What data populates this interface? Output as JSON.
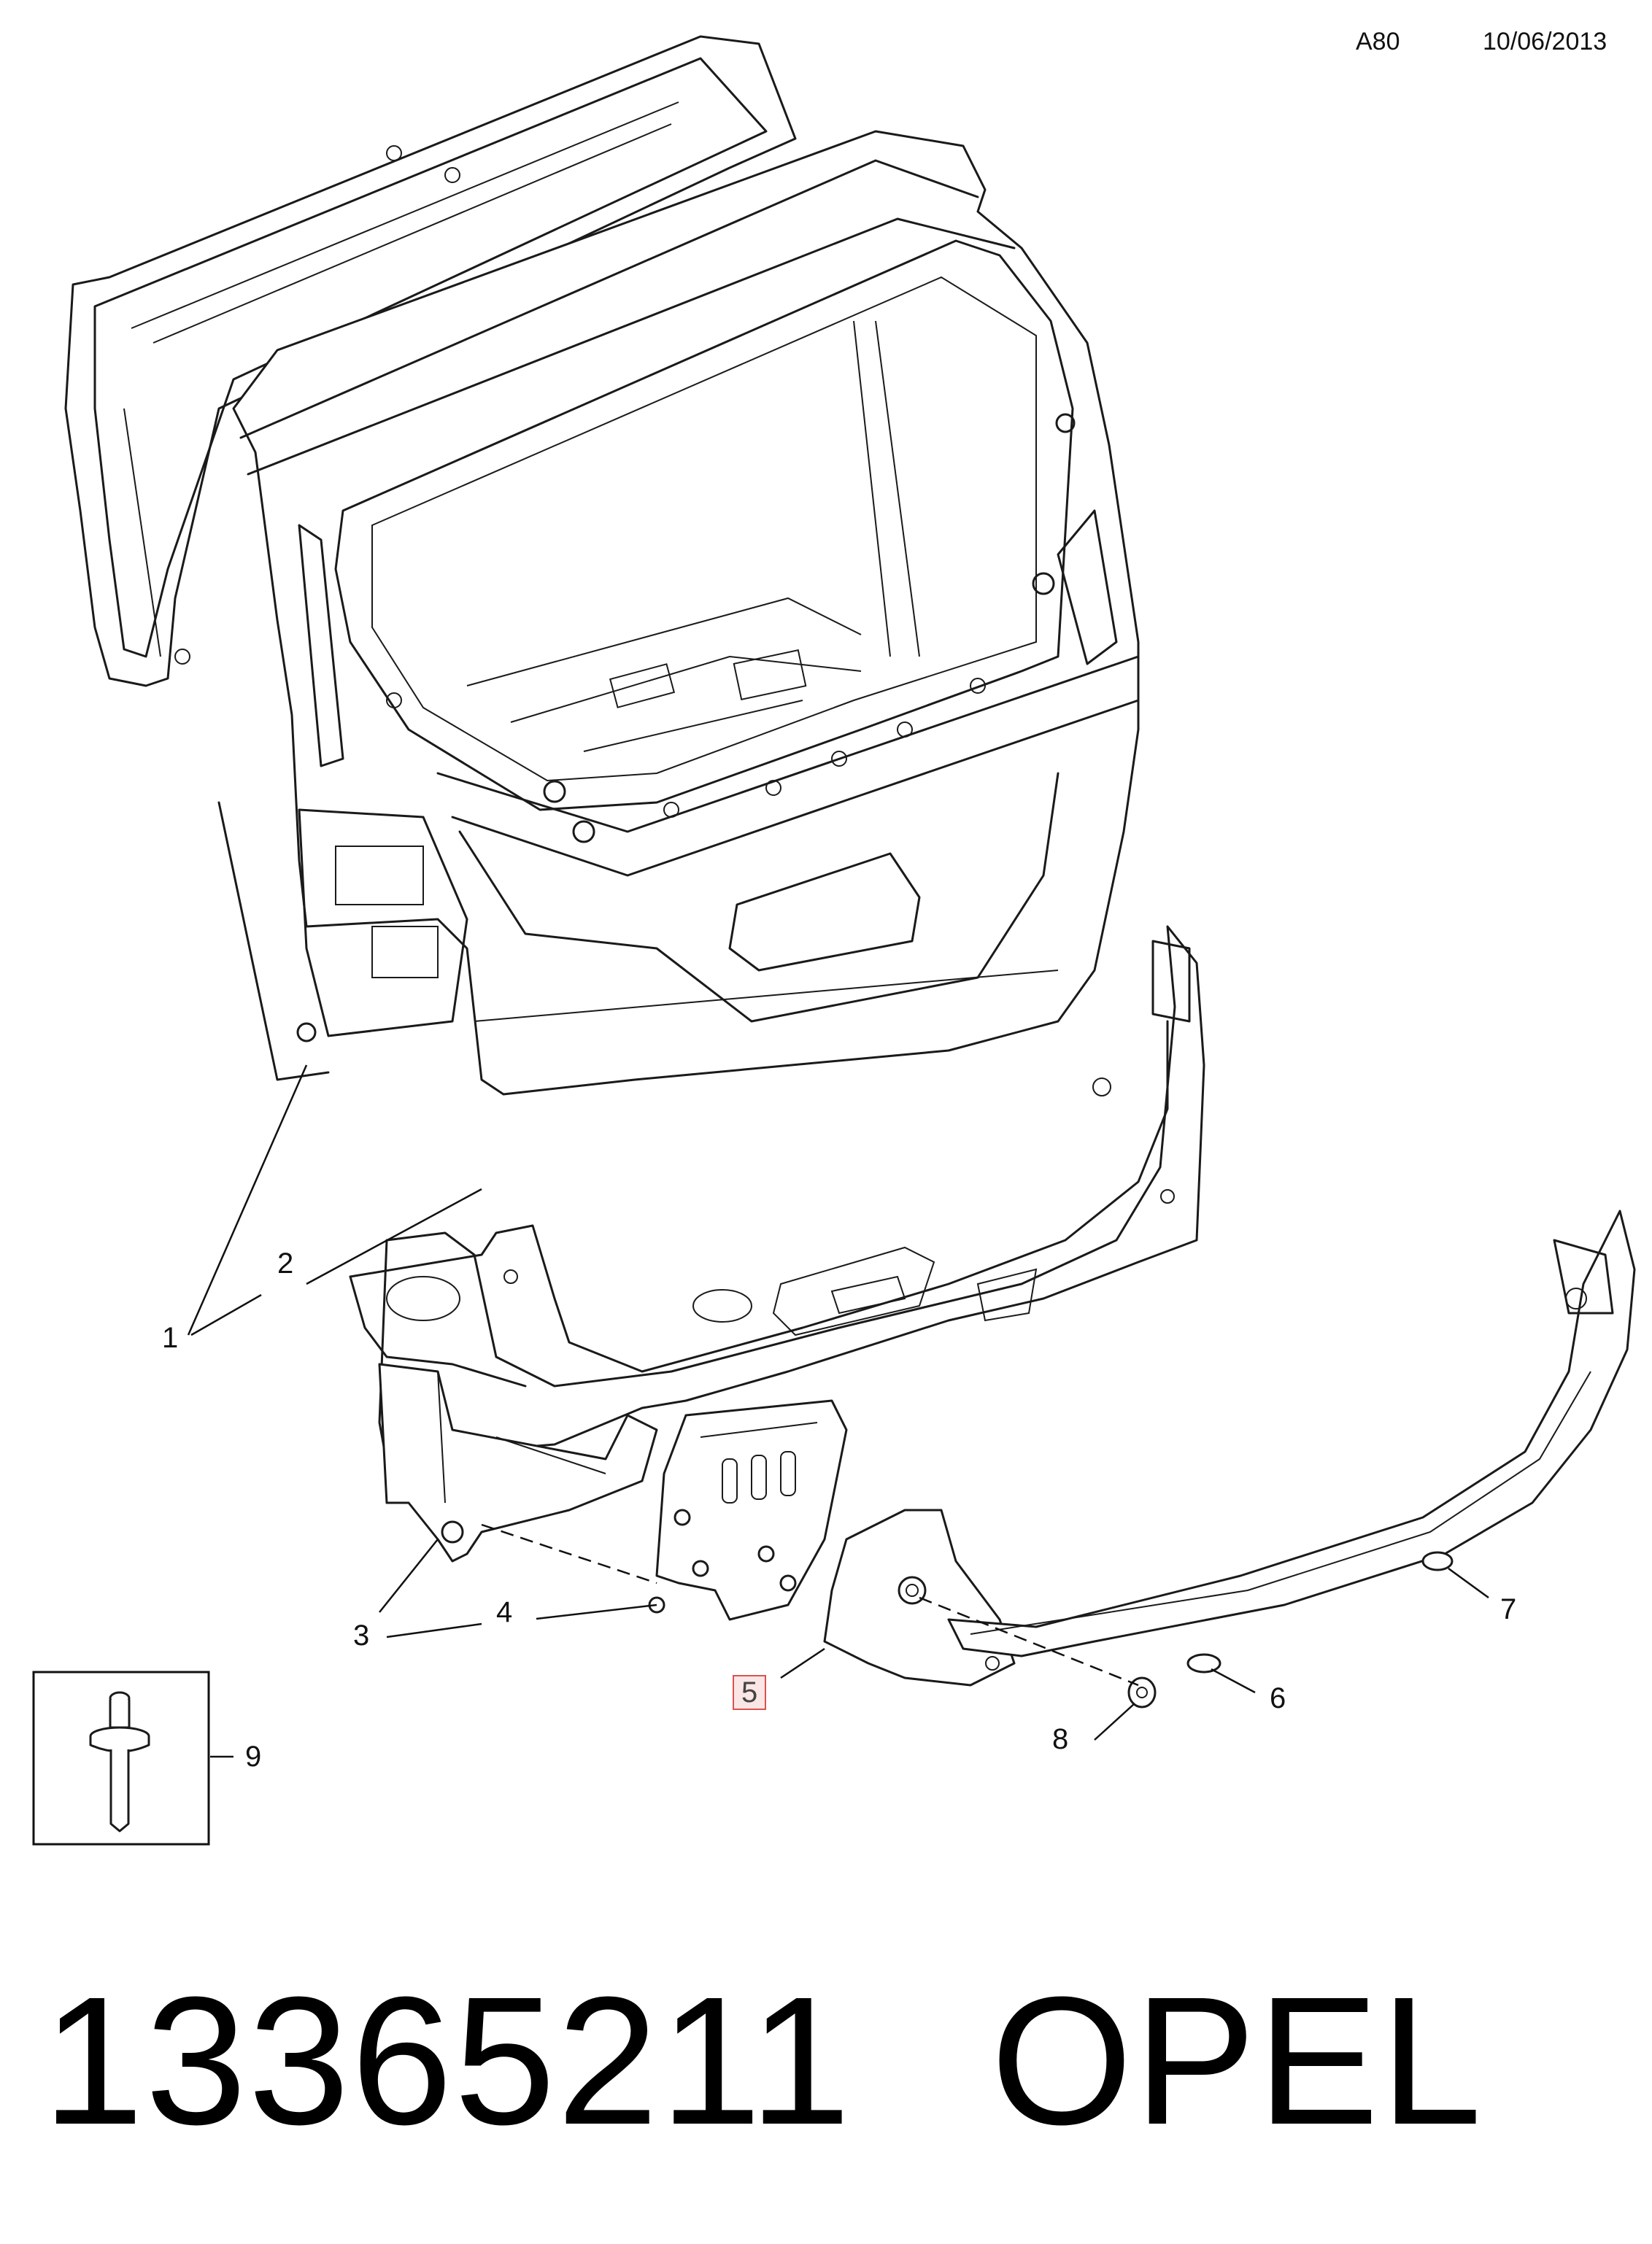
{
  "header": {
    "code": "A80",
    "date": "10/06/2013"
  },
  "callouts": [
    {
      "id": "c1",
      "label": "1"
    },
    {
      "id": "c2",
      "label": "2"
    },
    {
      "id": "c3",
      "label": "3"
    },
    {
      "id": "c4",
      "label": "4"
    },
    {
      "id": "c5",
      "label": "5",
      "highlighted": true
    },
    {
      "id": "c6",
      "label": "6"
    },
    {
      "id": "c7",
      "label": "7"
    },
    {
      "id": "c8",
      "label": "8"
    },
    {
      "id": "c9",
      "label": "9"
    }
  ],
  "footer": {
    "part_number": "13365211",
    "brand": "OPEL"
  },
  "colors": {
    "line": "#1a1a1a",
    "highlight_border": "#d9534f",
    "highlight_fill": "#fbe6e6"
  }
}
